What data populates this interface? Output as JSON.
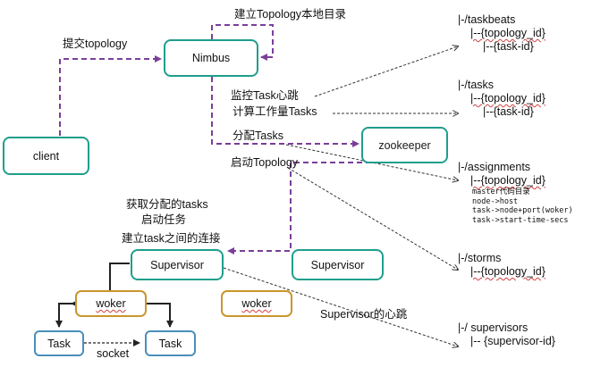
{
  "nodes": {
    "nimbus": "Nimbus",
    "client": "client",
    "zookeeper": "zookeeper",
    "supervisor_1": "Supervisor",
    "supervisor_2": "Supervisor",
    "woker_1": "woker",
    "woker_2": "woker",
    "task_1": "Task",
    "task_2": "Task"
  },
  "labels": {
    "self_loop": "建立Topology本地目录",
    "submit": "提交topology",
    "monitor_heartbeat": "监控Task心跳",
    "compute_workload": "计算工作量Tasks",
    "assign_tasks": "分配Tasks",
    "start_topology": "启动Topology",
    "get_tasks": "获取分配的tasks",
    "start_job": "启动任务",
    "build_connections": "建立task之间的连接",
    "supervisor_heartbeat": "Supervisor的心跳",
    "socket": "socket"
  },
  "zk_tree": {
    "taskbeats": {
      "root": "|-/taskbeats",
      "child1": "|--{topology_id}",
      "child2": "|--{task-id}"
    },
    "tasks": {
      "root": "|-/tasks",
      "child1": "|--{topology_id}",
      "child2": "|--{task-id}"
    },
    "assignments": {
      "root": "|-/assignments",
      "child1": "|--{topology_id}",
      "details": [
        "master代码目录",
        "node->host",
        "task->node+port(woker)",
        "task->start-time-secs"
      ]
    },
    "storms": {
      "root": "|-/storms",
      "child1": "|--{topology_id}"
    },
    "supervisors": {
      "root": "|-/ supervisors",
      "child1": "|-- {supervisor-id}"
    }
  },
  "colors": {
    "teal": "#1f9e8c",
    "gold": "#c9962d",
    "blue": "#4a8fb8",
    "purple": "#7a3e9a"
  }
}
